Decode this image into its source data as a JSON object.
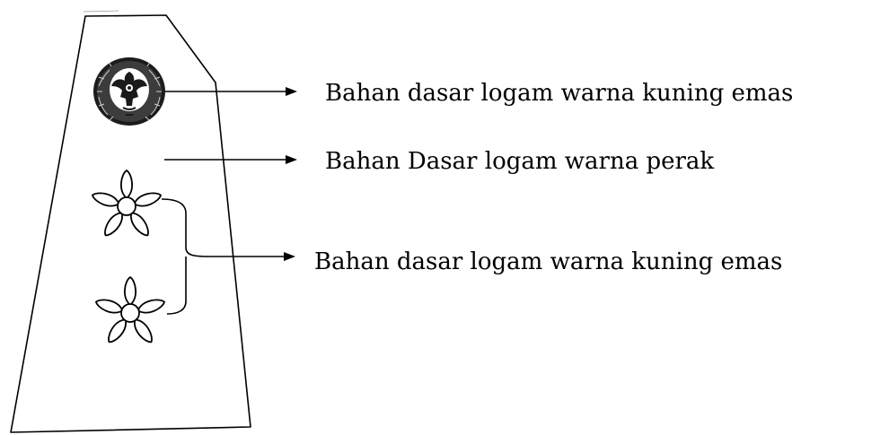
{
  "labels": {
    "top_emblem": "Bahan dasar logam warna kuning emas",
    "middle": "Bahan Dasar logam warna perak",
    "flowers": "Bahan dasar logam warna kuning emas"
  },
  "colors": {
    "line": "#000000",
    "background": "#ffffff",
    "emblem_fill": "#2a2a2a"
  },
  "icons": {
    "emblem": "garuda-emblem-icon",
    "flower": "five-petal-flower-icon"
  }
}
